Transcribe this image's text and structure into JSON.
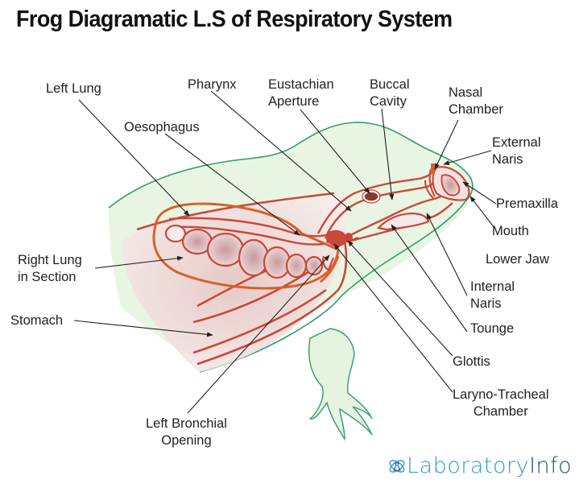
{
  "title": "Frog Diagramatic L.S of Respiratory System",
  "labels": {
    "left_lung": "Left Lung",
    "pharynx": "Pharynx",
    "eustachian_1": "Eustachian",
    "eustachian_2": "Aperture",
    "buccal_1": "Buccal",
    "buccal_2": "Cavity",
    "nasal_1": "Nasal",
    "nasal_2": "Chamber",
    "oesophagus": "Oesophagus",
    "external_1": "External",
    "external_2": "Naris",
    "premaxilla": "Premaxilla",
    "mouth": "Mouth",
    "lower_jaw": "Lower Jaw",
    "right_lung_1": "Right Lung",
    "right_lung_2": "in Section",
    "internal_1": "Internal",
    "internal_2": "Naris",
    "stomach": "Stomach",
    "tounge": "Tounge",
    "glottis": "Glottis",
    "laryno_1": "Laryno-Tracheal",
    "laryno_2": "Chamber",
    "bronchial_1": "Left Bronchial",
    "bronchial_2": "Opening"
  },
  "logo": {
    "part1": "Laboratory",
    "part2": "Info",
    "icon": "atom-flask-icon"
  },
  "colors": {
    "body_outline": "#2e9e6a",
    "body_fill": "#e6f3df",
    "organ_outline": "#c9483a",
    "organ_fill": "#eed6d6",
    "lung_outline": "#d8602a",
    "glottis_fill": "#c9483a",
    "leader_line": "#222222",
    "logo_blue": "#2e9ad6",
    "logo_dark": "#1d4e7a"
  }
}
